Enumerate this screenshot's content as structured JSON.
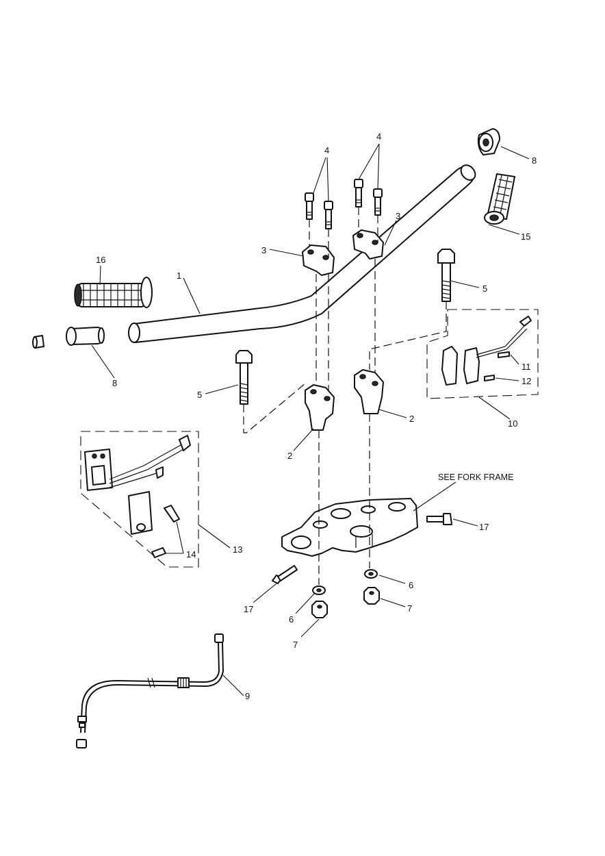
{
  "callouts": {
    "c1": "1",
    "c2a": "2",
    "c2b": "2",
    "c3a": "3",
    "c3b": "3",
    "c4a": "4",
    "c4b": "4",
    "c5a": "5",
    "c5b": "5",
    "c6a": "6",
    "c6b": "6",
    "c7a": "7",
    "c7b": "7",
    "c8a": "8",
    "c8b": "8",
    "c9": "9",
    "c10": "10",
    "c11": "11",
    "c12": "12",
    "c13": "13",
    "c14": "14",
    "c15": "15",
    "c16": "16",
    "c17a": "17",
    "c17b": "17"
  },
  "notes": {
    "see_fork_frame": "SEE FORK FRAME"
  }
}
